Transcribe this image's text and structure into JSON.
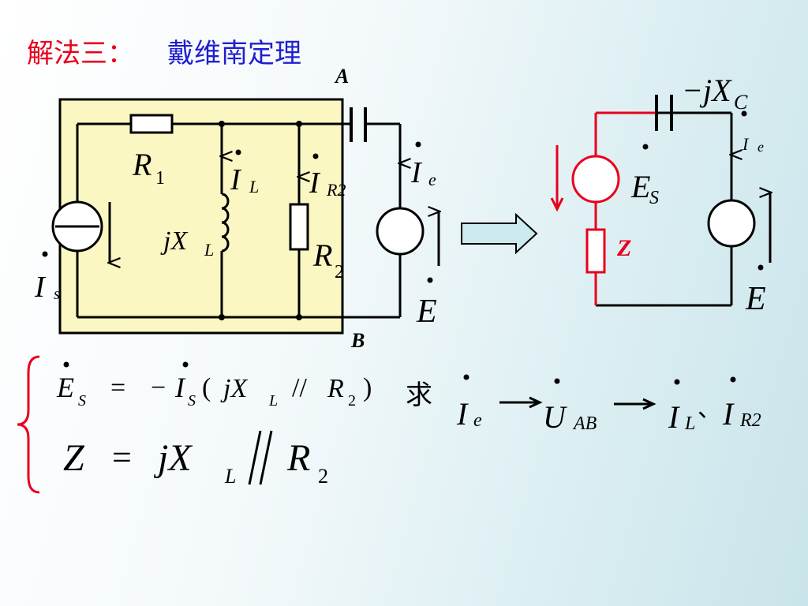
{
  "title": {
    "method": "解法三：",
    "theorem": "戴维南定理"
  },
  "circuit_left": {
    "node_a": "A",
    "node_b": "B",
    "r1": {
      "main": "R",
      "sub": "1"
    },
    "il": {
      "main": "I",
      "sub": "L"
    },
    "ir2": {
      "main": "I",
      "sub": "R2"
    },
    "ie": {
      "main": "I",
      "sub": "e"
    },
    "jxl": {
      "main": "jX",
      "sub": "L"
    },
    "r2": {
      "main": "R",
      "sub": "2"
    },
    "is": {
      "main": "I",
      "sub": "s"
    },
    "e": "E"
  },
  "circuit_right": {
    "jxc": {
      "main": "−jX",
      "sub": "C"
    },
    "ie": {
      "main": "I",
      "sub": "e"
    },
    "es": {
      "main": "E",
      "sub": "S"
    },
    "z": "Z",
    "e": "E"
  },
  "equations": {
    "eq1": {
      "lhs": "E",
      "lhs_sub": "S",
      "eq": "=",
      "minus": "−",
      "is_main": "I",
      "is_sub": "S",
      "paren_open": "(",
      "jx": "jX",
      "jx_sub": "L",
      "parallel": "//",
      "r": "R",
      "r_sub": "2",
      "paren_close": ")"
    },
    "eq2": {
      "z": "Z",
      "eq": "=",
      "jx": "jX",
      "jx_sub": "L",
      "r": "R",
      "r_sub": "2"
    }
  },
  "solve": {
    "qiu": "求",
    "ie": {
      "main": "I",
      "sub": "e"
    },
    "uab": {
      "main": "U",
      "sub": "AB"
    },
    "il": {
      "main": "I",
      "sub": "L"
    },
    "sep": "、",
    "ir2": {
      "main": "I",
      "sub": "R2"
    }
  }
}
